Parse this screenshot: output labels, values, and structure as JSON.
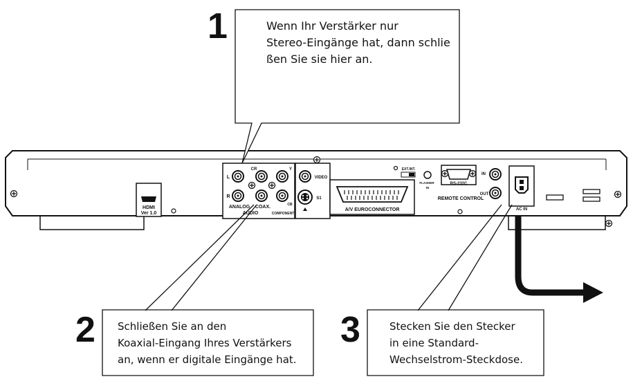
{
  "callouts": [
    {
      "number": "1",
      "lines": [
        "Wenn Ihr Verstärker nur",
        "Stereo-Eingänge hat, dann schlie",
        "ßen Sie sie hier an."
      ]
    },
    {
      "number": "2",
      "lines": [
        "Schließen Sie an den",
        "Koaxial-Eingang Ihres Verstärkers",
        "an, wenn er digitale Eingänge hat."
      ]
    },
    {
      "number": "3",
      "lines": [
        "Stecken Sie den Stecker",
        "in eine Standard-",
        "Wechselstrom-Steckdose."
      ]
    }
  ],
  "panel_labels": {
    "hdmi": "HDMI",
    "hdmi_ver": "Ver 1.0",
    "left": "L",
    "right": "R",
    "analog": "ANALOG",
    "coax": "COAX.",
    "audio": "AUDIO",
    "cr": "CR",
    "y": "Y",
    "cb": "CB",
    "component": "COMPONENT",
    "video": "VIDEO",
    "s1": "S1",
    "ext": "EXT.",
    "int": "INT.",
    "flasher": "FLASHER",
    "flasher_in": "IN",
    "rs232c": "RS-232C",
    "in": "IN",
    "out": "OUT",
    "remote_control": "REMOTE CONTROL",
    "euroconnector": "A/V EUROCONNECTOR",
    "ac_in": "AC IN"
  }
}
